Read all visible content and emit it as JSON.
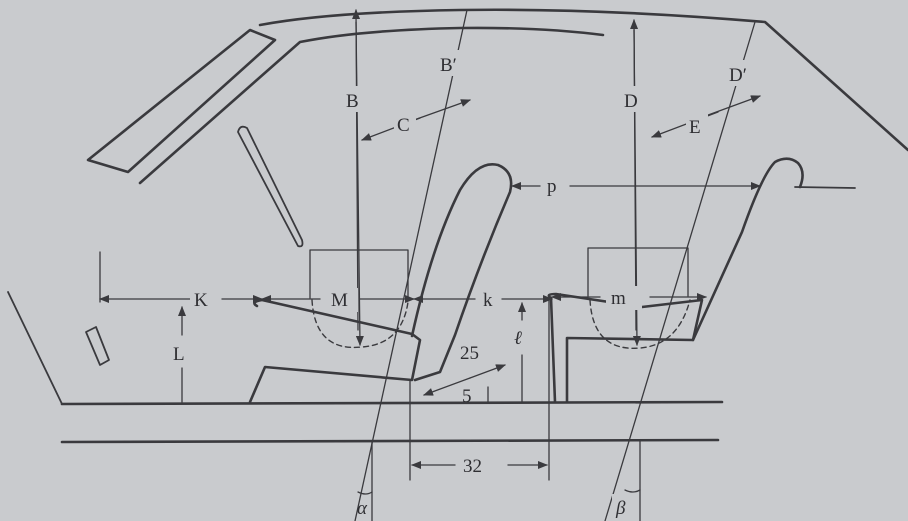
{
  "labels": {
    "B": "B",
    "B_prime": "B′",
    "C": "C",
    "D": "D",
    "D_prime": "D′",
    "E": "E",
    "p": "p",
    "K": "K",
    "M": "M",
    "k": "k",
    "m": "m",
    "L": "L",
    "l": "ℓ",
    "n25": "25",
    "n5": "5",
    "n32": "32",
    "alpha": "α",
    "beta": "β"
  },
  "colors": {
    "background": "#c9cbce",
    "ink": "#3a3a3e"
  }
}
